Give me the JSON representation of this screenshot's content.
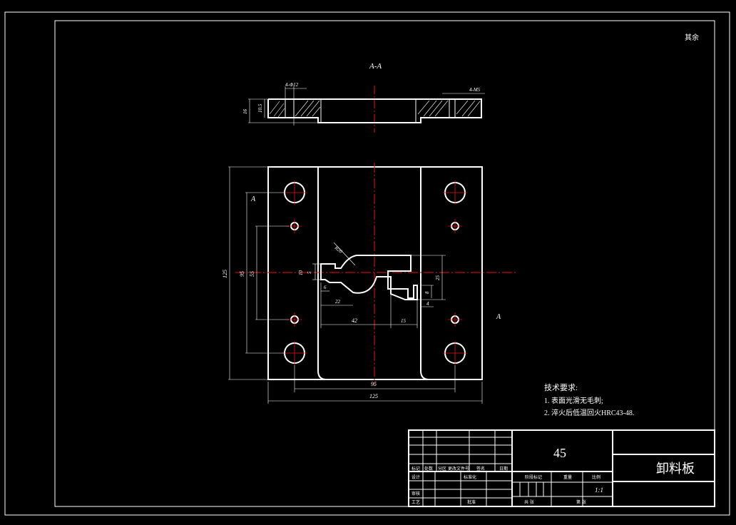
{
  "corner_note": "其余",
  "section_label": "A-A",
  "section_marker": "A",
  "dims": {
    "top_hole": "4-Φ12",
    "top_thread": "4-M5",
    "top_h_outer": "16",
    "top_h_inner": "10.5",
    "height_total": "125",
    "height_mid": "95",
    "height_inner": "55",
    "radius": "R20",
    "d5": "5",
    "d10": "10",
    "d6": "6",
    "d22": "22",
    "d42": "42",
    "d15": "15",
    "d25": "25",
    "d8": "8",
    "d4": "4",
    "width_95": "95",
    "width_125": "125"
  },
  "tech_req": {
    "title": "技术要求:",
    "line1": "1. 表面光滑无毛刺;",
    "line2": "2. 淬火后低温回火HRC43-48."
  },
  "title_block": {
    "material": "45",
    "part_name": "卸料板",
    "scale": "1:1",
    "row_labels": [
      "标记",
      "处数",
      "分区",
      "更改文件号",
      "签名",
      "日期"
    ],
    "row2_labels": [
      "设计",
      "",
      "标准化",
      "",
      "",
      "",
      "阶段标记",
      "重量",
      "比例"
    ],
    "bottom_labels": [
      "审核",
      "工艺",
      "批准",
      "共 张",
      "第 张"
    ]
  }
}
